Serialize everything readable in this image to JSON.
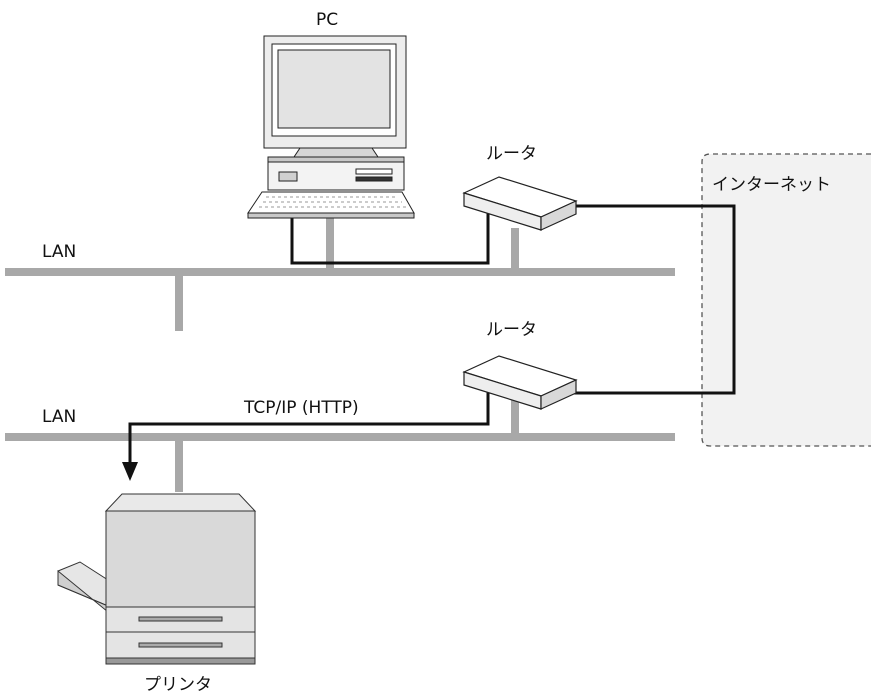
{
  "labels": {
    "pc": "PC",
    "router_top": "ルータ",
    "router_bottom": "ルータ",
    "internet": "インターネット",
    "lan_top": "LAN",
    "lan_bottom": "LAN",
    "protocol": "TCP/IP (HTTP)",
    "printer": "プリンタ"
  },
  "colors": {
    "lan_line": "#a8a8a8",
    "cable": "#111111",
    "internet_fill": "#f2f2f2",
    "internet_border": "#555555",
    "device_fill": "#ffffff",
    "device_stroke": "#222222"
  }
}
